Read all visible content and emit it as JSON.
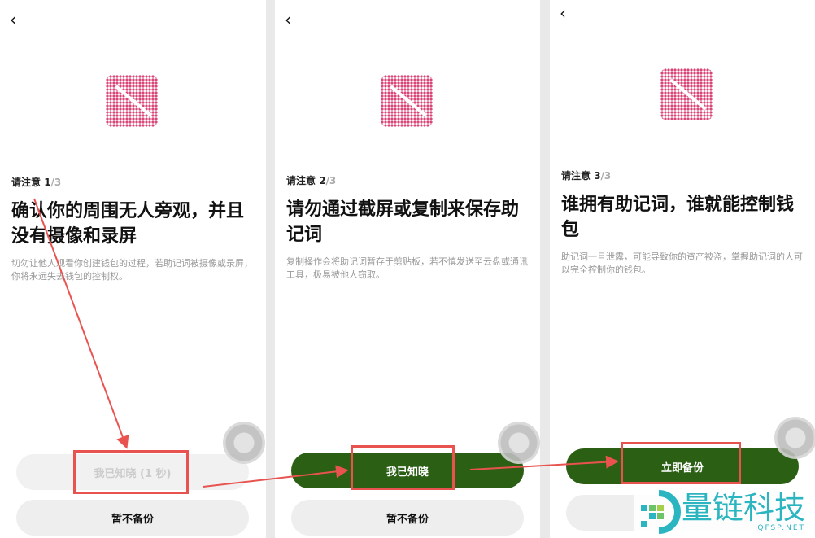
{
  "screens": [
    {
      "step_label": "请注意 ",
      "step_current": "1",
      "step_total": "/3",
      "title": "确认你的周围无人旁观，并且没有摄像和录屏",
      "description": "切勿让他人观看你创建钱包的过程，若助记词被摄像或录屏，你将永远失去钱包的控制权。",
      "icon": "camera-off-icon",
      "primary_button": "我已知晓 (1 秒)",
      "primary_state": "disabled",
      "secondary_button": "暂不备份"
    },
    {
      "step_label": "请注意 ",
      "step_current": "2",
      "step_total": "/3",
      "title": "请勿通过截屏或复制来保存助记词",
      "description": "复制操作会将助记词暂存于剪贴板，若不慎发送至云盘或通讯工具，极易被他人窃取。",
      "icon": "copy-off-icon",
      "primary_button": "我已知晓",
      "primary_state": "enabled",
      "secondary_button": "暂不备份"
    },
    {
      "step_label": "请注意 ",
      "step_current": "3",
      "step_total": "/3",
      "title": "谁拥有助记词，谁就能控制钱包",
      "description": "助记词一旦泄露，可能导致你的资产被盗，掌握助记词的人可以完全控制你的钱包。",
      "icon": "chess-knight-off-icon",
      "primary_button": "立即备份",
      "primary_state": "enabled",
      "secondary_button": ""
    }
  ],
  "watermark": {
    "name": "量链科技",
    "domain": "QFSP.NET"
  },
  "colors": {
    "accent": "#2a5f14",
    "icon": "#d8336a",
    "annotation": "#e8534f",
    "watermark": "#2bb5c0"
  }
}
